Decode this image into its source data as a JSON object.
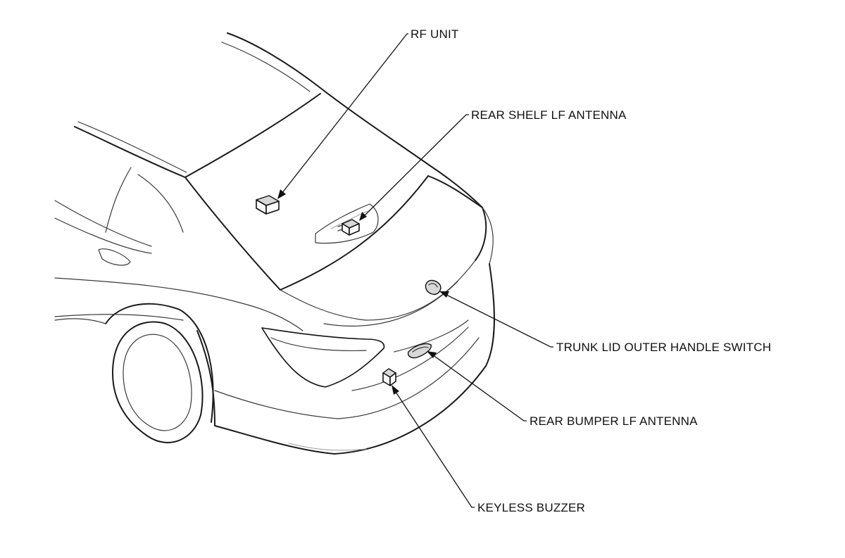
{
  "callouts": {
    "rf_unit": "RF UNIT",
    "rear_shelf_lf_antenna": "REAR SHELF LF ANTENNA",
    "trunk_lid_outer_handle_switch": "TRUNK LID OUTER HANDLE SWITCH",
    "rear_bumper_lf_antenna": "REAR BUMPER LF ANTENNA",
    "keyless_buzzer": "KEYLESS BUZZER"
  }
}
